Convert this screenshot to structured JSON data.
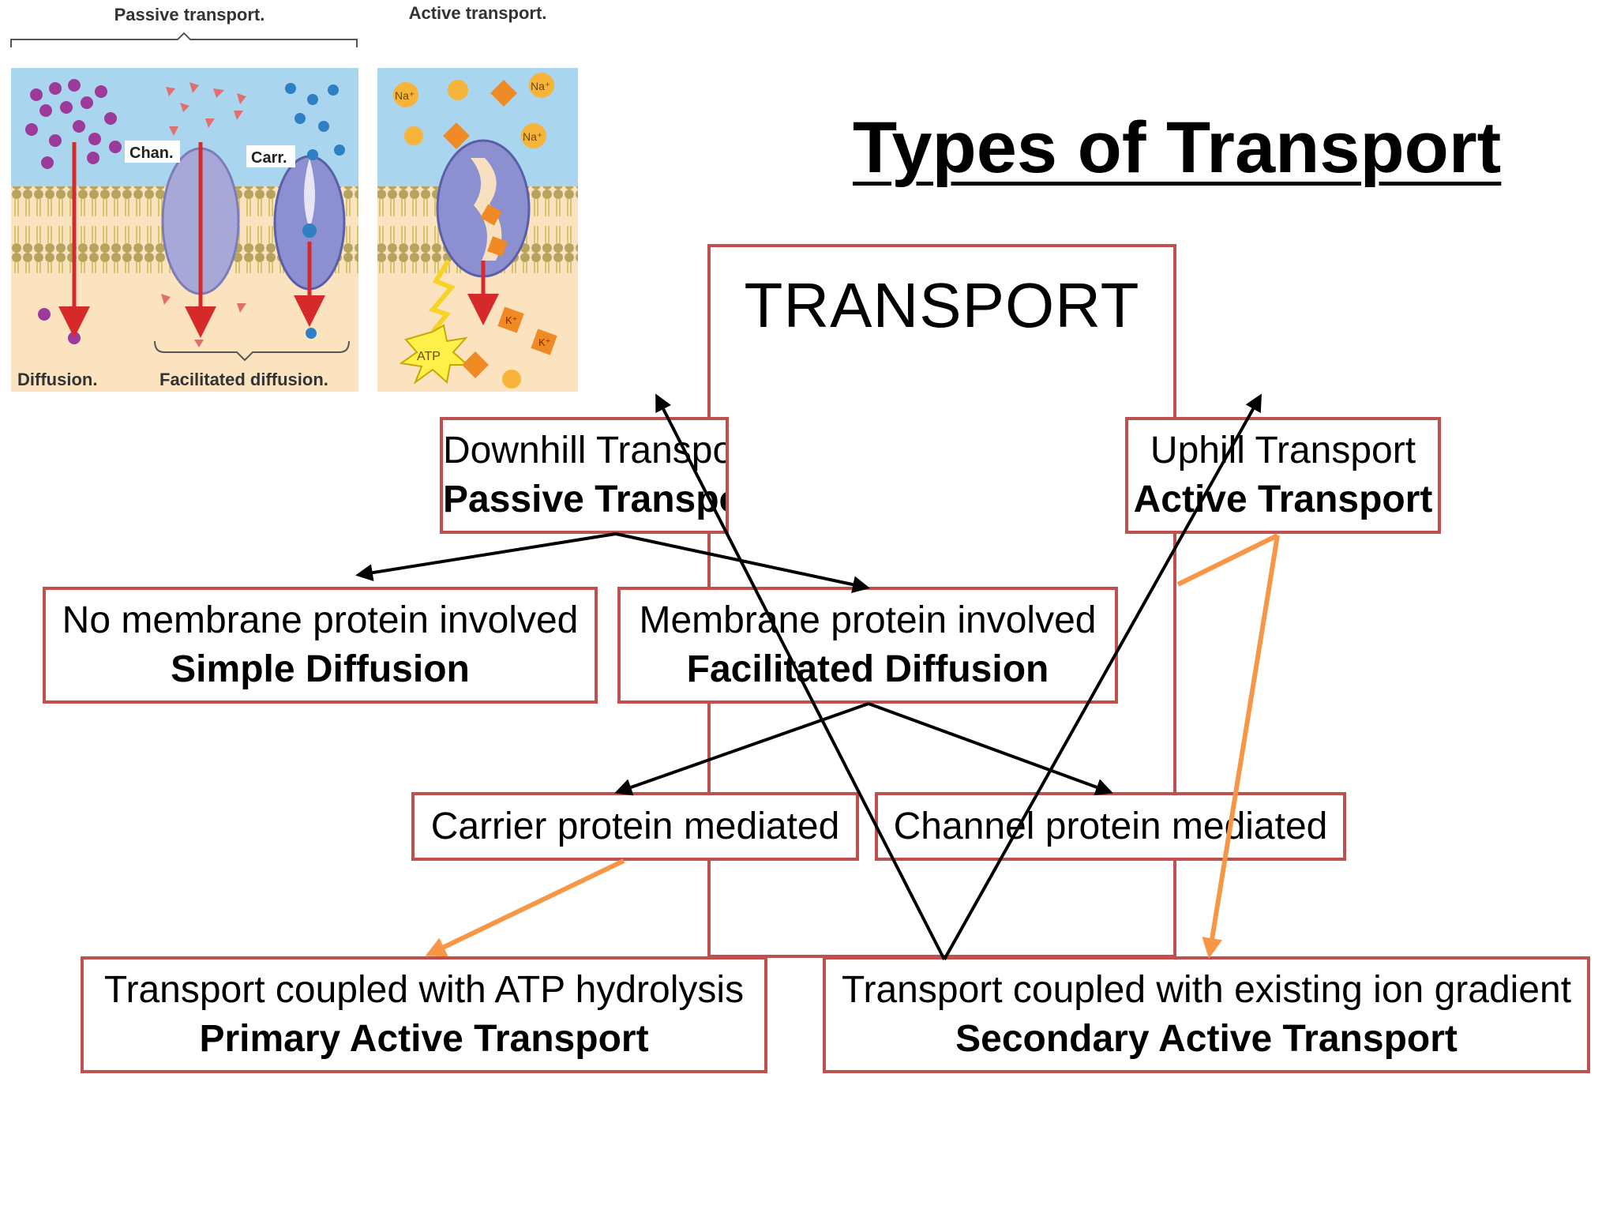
{
  "title": "Types of Transport",
  "root": "TRANSPORT",
  "figure": {
    "passive_label": "Passive transport.",
    "active_label": "Active transport.",
    "chan_label": "Chan.",
    "carr_label": "Carr.",
    "diffusion_label": "Diffusion.",
    "facilitated_label": "Facilitated diffusion.",
    "na1": "Na⁺",
    "na2": "Na⁺",
    "na3": "Na⁺",
    "k1": "K⁺",
    "k2": "K⁺",
    "atp": "ATP"
  },
  "nodes": {
    "downhill": {
      "line1": "Downhill Transport",
      "line2": "Passive Transport"
    },
    "uphill": {
      "line1": "Uphill Transport",
      "line2": "Active Transport"
    },
    "no_protein": {
      "line1": "No membrane protein involved",
      "line2": "Simple Diffusion"
    },
    "protein": {
      "line1": "Membrane protein involved",
      "line2": "Facilitated Diffusion"
    },
    "carrier": {
      "line1": "Carrier protein mediated"
    },
    "channel": {
      "line1": "Channel protein mediated"
    },
    "primary": {
      "line1": "Transport coupled with ATP hydrolysis",
      "line2": "Primary Active Transport"
    },
    "secondary": {
      "line1": "Transport coupled with existing ion gradient",
      "line2": "Secondary Active Transport"
    }
  },
  "colors": {
    "box_border": "#c0504d",
    "orange_arrow": "#f79646",
    "black_arrow": "#000000"
  }
}
